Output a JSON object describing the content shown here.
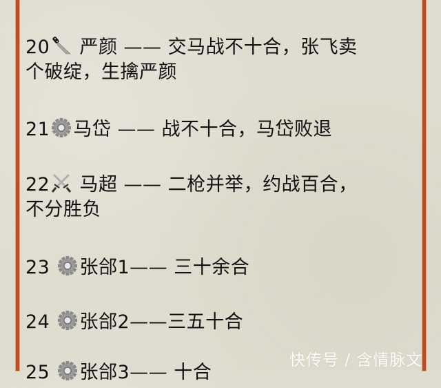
{
  "colors": {
    "background": "#e0ddd0",
    "border": "#b24f2c",
    "text": "#111111",
    "watermark": "#ffffff"
  },
  "entries": [
    {
      "number": "20",
      "icon": "knife-icon",
      "name": "严颜",
      "dash": "——",
      "line1_rest": "交马战不十合，张飞卖",
      "line2": "个破绽，生擒严颜"
    },
    {
      "number": "21",
      "icon": "gear-icon",
      "name": "马岱",
      "dash": "——",
      "line1_rest": "战不十合，马岱败退"
    },
    {
      "number": "22",
      "icon": "crossed-swords-icon",
      "name": "马超",
      "dash": "——",
      "line1_rest": "二枪并举，约战百合，",
      "line2": "不分胜负"
    },
    {
      "number": "23",
      "icon": "gear-icon",
      "name": "张郃1",
      "dash": "——",
      "line1_rest": "三十余合"
    },
    {
      "number": "24",
      "icon": "gear-icon",
      "name": "张郃2",
      "dash": "——",
      "line1_rest": "三五十合"
    },
    {
      "number": "25",
      "icon": "gear-icon",
      "name": "张郃3",
      "dash": "——",
      "line1_rest": "十合"
    }
  ],
  "watermark": "快传号 / 含情脉文"
}
